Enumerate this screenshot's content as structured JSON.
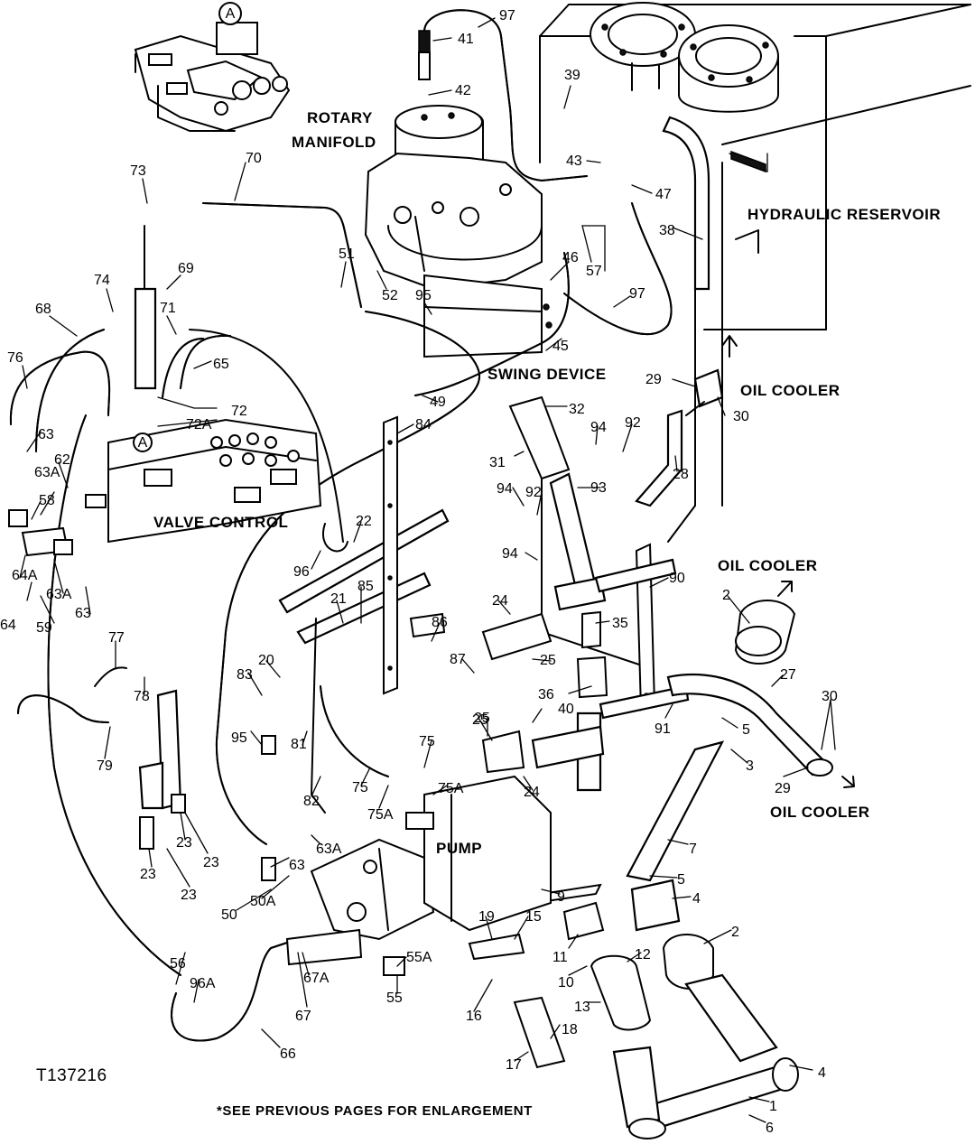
{
  "figure_code": "T137216",
  "footnote": "*SEE PREVIOUS PAGES FOR ENLARGEMENT",
  "section_titles": {
    "rotary_manifold_line1": "ROTARY",
    "rotary_manifold_line2": "MANIFOLD",
    "hydraulic_reservoir": "HYDRAULIC RESERVOIR",
    "swing_device": "SWING DEVICE",
    "valve_control": "VALVE CONTROL",
    "pump": "PUMP",
    "oil_cooler_top": "OIL COOLER",
    "oil_cooler_mid": "OIL COOLER",
    "oil_cooler_bottom": "OIL COOLER"
  },
  "detail_marker": "A",
  "callouts": [
    {
      "id": "c97a",
      "label": "97"
    },
    {
      "id": "c41",
      "label": "41"
    },
    {
      "id": "c42",
      "label": "42"
    },
    {
      "id": "c39",
      "label": "39"
    },
    {
      "id": "c43",
      "label": "43"
    },
    {
      "id": "c47",
      "label": "47"
    },
    {
      "id": "c38",
      "label": "38"
    },
    {
      "id": "c70",
      "label": "70"
    },
    {
      "id": "c73",
      "label": "73"
    },
    {
      "id": "c51",
      "label": "51"
    },
    {
      "id": "c52",
      "label": "52"
    },
    {
      "id": "c95a",
      "label": "95"
    },
    {
      "id": "c57",
      "label": "57"
    },
    {
      "id": "c46",
      "label": "46"
    },
    {
      "id": "c97b",
      "label": "97"
    },
    {
      "id": "c45",
      "label": "45"
    },
    {
      "id": "c74",
      "label": "74"
    },
    {
      "id": "c69",
      "label": "69"
    },
    {
      "id": "c68",
      "label": "68"
    },
    {
      "id": "c71",
      "label": "71"
    },
    {
      "id": "c65",
      "label": "65"
    },
    {
      "id": "c76",
      "label": "76"
    },
    {
      "id": "c72",
      "label": "72"
    },
    {
      "id": "c72a",
      "label": "72A"
    },
    {
      "id": "c49",
      "label": "49"
    },
    {
      "id": "c29a",
      "label": "29"
    },
    {
      "id": "c30a",
      "label": "30"
    },
    {
      "id": "c32",
      "label": "32"
    },
    {
      "id": "c94a",
      "label": "94"
    },
    {
      "id": "c92a",
      "label": "92"
    },
    {
      "id": "c63a",
      "label": "63"
    },
    {
      "id": "c62",
      "label": "62"
    },
    {
      "id": "c63A1",
      "label": "63A"
    },
    {
      "id": "c58",
      "label": "58"
    },
    {
      "id": "c84",
      "label": "84"
    },
    {
      "id": "c31",
      "label": "31"
    },
    {
      "id": "c28",
      "label": "28"
    },
    {
      "id": "c94b",
      "label": "94"
    },
    {
      "id": "c92b",
      "label": "92"
    },
    {
      "id": "c93",
      "label": "93"
    },
    {
      "id": "c22",
      "label": "22"
    },
    {
      "id": "c94c",
      "label": "94"
    },
    {
      "id": "c96",
      "label": "96"
    },
    {
      "id": "c90",
      "label": "90"
    },
    {
      "id": "c64a",
      "label": "64A"
    },
    {
      "id": "c63A2",
      "label": "63A"
    },
    {
      "id": "c85",
      "label": "85"
    },
    {
      "id": "c21",
      "label": "21"
    },
    {
      "id": "c2a",
      "label": "2"
    },
    {
      "id": "c24a",
      "label": "24"
    },
    {
      "id": "c86",
      "label": "86"
    },
    {
      "id": "c35",
      "label": "35"
    },
    {
      "id": "c64",
      "label": "64"
    },
    {
      "id": "c59",
      "label": "59"
    },
    {
      "id": "c63b",
      "label": "63"
    },
    {
      "id": "c77",
      "label": "77"
    },
    {
      "id": "c25a",
      "label": "25"
    },
    {
      "id": "c87",
      "label": "87"
    },
    {
      "id": "c25b",
      "label": "25"
    },
    {
      "id": "c27",
      "label": "27"
    },
    {
      "id": "c30b",
      "label": "30"
    },
    {
      "id": "c20",
      "label": "20"
    },
    {
      "id": "c78",
      "label": "78"
    },
    {
      "id": "c83",
      "label": "83"
    },
    {
      "id": "c36",
      "label": "36"
    },
    {
      "id": "c40",
      "label": "40"
    },
    {
      "id": "c91",
      "label": "91"
    },
    {
      "id": "c5a",
      "label": "5"
    },
    {
      "id": "c95b",
      "label": "95"
    },
    {
      "id": "c25c",
      "label": "25"
    },
    {
      "id": "c75a",
      "label": "75"
    },
    {
      "id": "c81",
      "label": "81"
    },
    {
      "id": "c3",
      "label": "3"
    },
    {
      "id": "c79",
      "label": "79"
    },
    {
      "id": "c29b",
      "label": "29"
    },
    {
      "id": "c75b",
      "label": "75"
    },
    {
      "id": "c75A1",
      "label": "75A"
    },
    {
      "id": "c24b",
      "label": "24"
    },
    {
      "id": "c82",
      "label": "82"
    },
    {
      "id": "c75A2",
      "label": "75A"
    },
    {
      "id": "c63c",
      "label": "63"
    },
    {
      "id": "c63A3",
      "label": "63A"
    },
    {
      "id": "c7",
      "label": "7"
    },
    {
      "id": "c23a",
      "label": "23"
    },
    {
      "id": "c23b",
      "label": "23"
    },
    {
      "id": "c23c",
      "label": "23"
    },
    {
      "id": "c23d",
      "label": "23"
    },
    {
      "id": "c5b",
      "label": "5"
    },
    {
      "id": "c9",
      "label": "9"
    },
    {
      "id": "c4a",
      "label": "4"
    },
    {
      "id": "c50",
      "label": "50"
    },
    {
      "id": "c50a",
      "label": "50A"
    },
    {
      "id": "c19",
      "label": "19"
    },
    {
      "id": "c15",
      "label": "15"
    },
    {
      "id": "c2b",
      "label": "2"
    },
    {
      "id": "c11",
      "label": "11"
    },
    {
      "id": "c12",
      "label": "12"
    },
    {
      "id": "c10",
      "label": "10"
    },
    {
      "id": "c56",
      "label": "56"
    },
    {
      "id": "c55a",
      "label": "55A"
    },
    {
      "id": "c96a",
      "label": "96A"
    },
    {
      "id": "c67a",
      "label": "67A"
    },
    {
      "id": "c55",
      "label": "55"
    },
    {
      "id": "c16",
      "label": "16"
    },
    {
      "id": "c13",
      "label": "13"
    },
    {
      "id": "c67",
      "label": "67"
    },
    {
      "id": "c18",
      "label": "18"
    },
    {
      "id": "c66",
      "label": "66"
    },
    {
      "id": "c17",
      "label": "17"
    },
    {
      "id": "c4b",
      "label": "4"
    },
    {
      "id": "c1",
      "label": "1"
    },
    {
      "id": "c6",
      "label": "6"
    }
  ]
}
